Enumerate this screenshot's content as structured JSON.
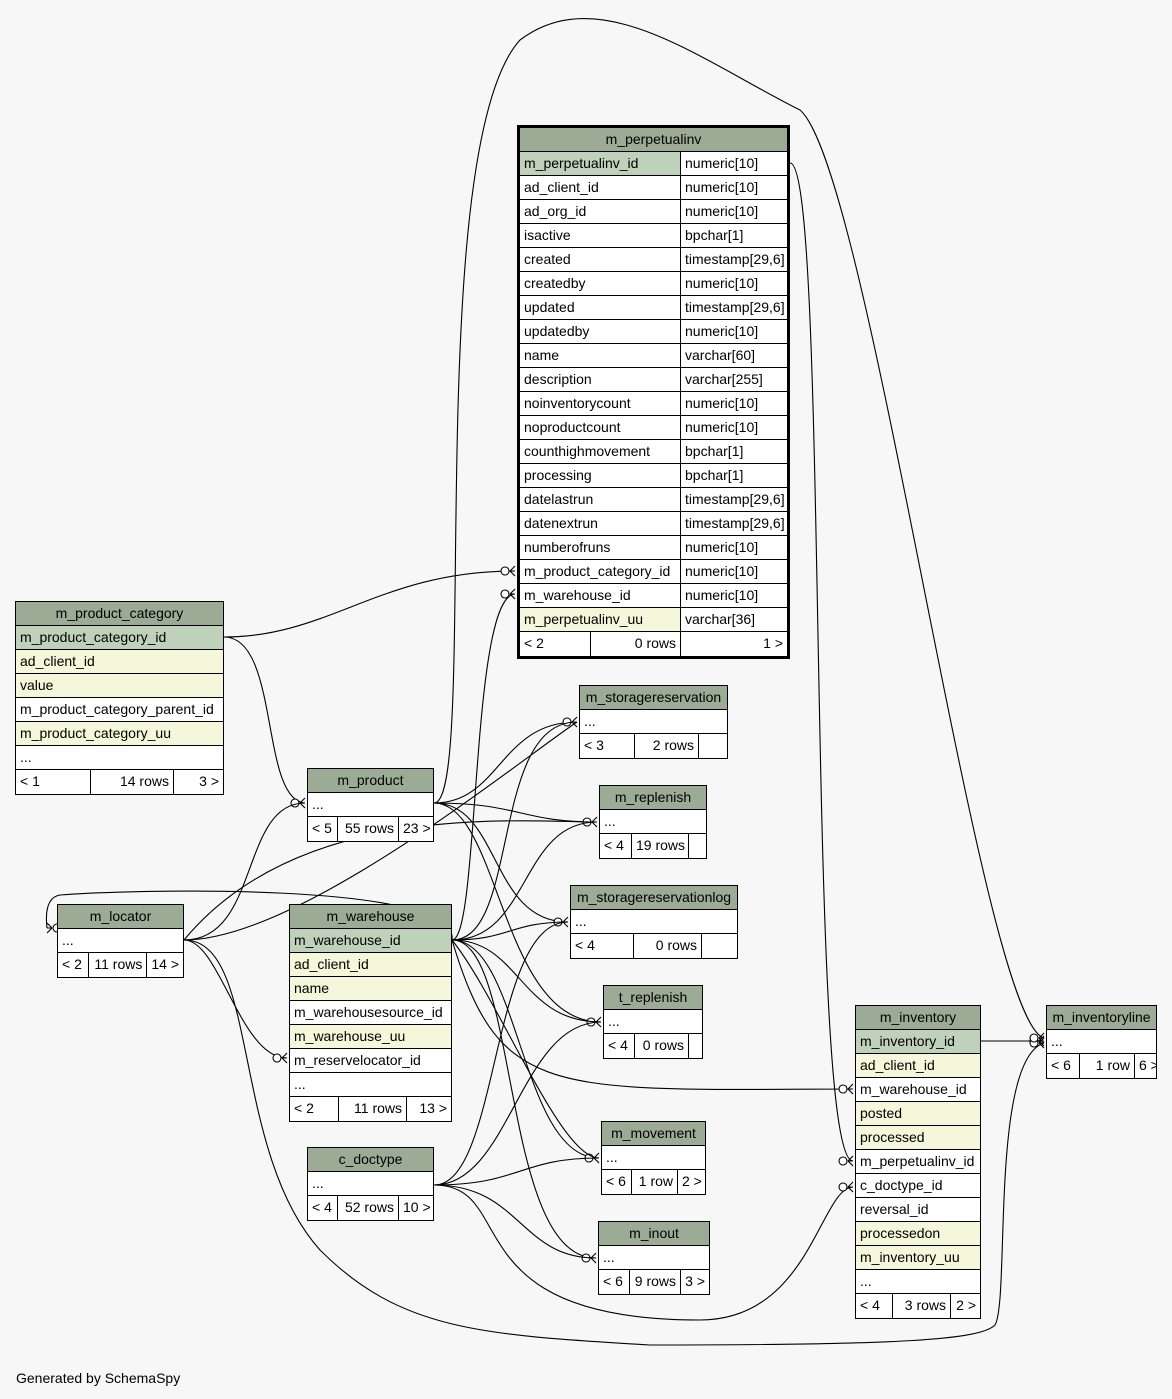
{
  "footer_text": "Generated by SchemaSpy",
  "colors": {
    "background": "#f7f7f7",
    "header": "#9bab96",
    "primary_key": "#bfd1ba",
    "indexed": "#f4f7da"
  },
  "tables": {
    "m_perpetualinv": {
      "name": "m_perpetualinv",
      "columns": [
        {
          "name": "m_perpetualinv_id",
          "type": "numeric[10]"
        },
        {
          "name": "ad_client_id",
          "type": "numeric[10]"
        },
        {
          "name": "ad_org_id",
          "type": "numeric[10]"
        },
        {
          "name": "isactive",
          "type": "bpchar[1]"
        },
        {
          "name": "created",
          "type": "timestamp[29,6]"
        },
        {
          "name": "createdby",
          "type": "numeric[10]"
        },
        {
          "name": "updated",
          "type": "timestamp[29,6]"
        },
        {
          "name": "updatedby",
          "type": "numeric[10]"
        },
        {
          "name": "name",
          "type": "varchar[60]"
        },
        {
          "name": "description",
          "type": "varchar[255]"
        },
        {
          "name": "noinventorycount",
          "type": "numeric[10]"
        },
        {
          "name": "noproductcount",
          "type": "numeric[10]"
        },
        {
          "name": "counthighmovement",
          "type": "bpchar[1]"
        },
        {
          "name": "processing",
          "type": "bpchar[1]"
        },
        {
          "name": "datelastrun",
          "type": "timestamp[29,6]"
        },
        {
          "name": "datenextrun",
          "type": "timestamp[29,6]"
        },
        {
          "name": "numberofruns",
          "type": "numeric[10]"
        },
        {
          "name": "m_product_category_id",
          "type": "numeric[10]"
        },
        {
          "name": "m_warehouse_id",
          "type": "numeric[10]"
        },
        {
          "name": "m_perpetualinv_uu",
          "type": "varchar[36]"
        }
      ],
      "footer": {
        "parents": "< 2",
        "rows": "0 rows",
        "children": "1 >"
      }
    },
    "m_product_category": {
      "name": "m_product_category",
      "columns": [
        "m_product_category_id",
        "ad_client_id",
        "value",
        "m_product_category_parent_id",
        "m_product_category_uu",
        "..."
      ],
      "footer": {
        "parents": "< 1",
        "rows": "14 rows",
        "children": "3 >"
      }
    },
    "m_product": {
      "name": "m_product",
      "columns": [
        "..."
      ],
      "footer": {
        "parents": "< 5",
        "rows": "55 rows",
        "children": "23 >"
      }
    },
    "m_storagereservation": {
      "name": "m_storagereservation",
      "columns": [
        "..."
      ],
      "footer": {
        "parents": "< 3",
        "rows": "2 rows",
        "children": ""
      }
    },
    "m_replenish": {
      "name": "m_replenish",
      "columns": [
        "..."
      ],
      "footer": {
        "parents": "< 4",
        "rows": "19 rows",
        "children": ""
      }
    },
    "m_locator": {
      "name": "m_locator",
      "columns": [
        "..."
      ],
      "footer": {
        "parents": "< 2",
        "rows": "11 rows",
        "children": "14 >"
      }
    },
    "m_warehouse": {
      "name": "m_warehouse",
      "columns": [
        "m_warehouse_id",
        "ad_client_id",
        "name",
        "m_warehousesource_id",
        "m_warehouse_uu",
        "m_reservelocator_id",
        "..."
      ],
      "footer": {
        "parents": "< 2",
        "rows": "11 rows",
        "children": "13 >"
      }
    },
    "m_storagereservationlog": {
      "name": "m_storagereservationlog",
      "columns": [
        "..."
      ],
      "footer": {
        "parents": "< 4",
        "rows": "0 rows",
        "children": ""
      }
    },
    "t_replenish": {
      "name": "t_replenish",
      "columns": [
        "..."
      ],
      "footer": {
        "parents": "< 4",
        "rows": "0 rows",
        "children": ""
      }
    },
    "m_inventory": {
      "name": "m_inventory",
      "columns": [
        "m_inventory_id",
        "ad_client_id",
        "m_warehouse_id",
        "posted",
        "processed",
        "m_perpetualinv_id",
        "c_doctype_id",
        "reversal_id",
        "processedon",
        "m_inventory_uu",
        "..."
      ],
      "footer": {
        "parents": "< 4",
        "rows": "3 rows",
        "children": "2 >"
      }
    },
    "m_inventoryline": {
      "name": "m_inventoryline",
      "columns": [
        "..."
      ],
      "footer": {
        "parents": "< 6",
        "rows": "1 row",
        "children": "6 >"
      }
    },
    "c_doctype": {
      "name": "c_doctype",
      "columns": [
        "..."
      ],
      "footer": {
        "parents": "< 4",
        "rows": "52 rows",
        "children": "10 >"
      }
    },
    "m_movement": {
      "name": "m_movement",
      "columns": [
        "..."
      ],
      "footer": {
        "parents": "< 6",
        "rows": "1 row",
        "children": "2 >"
      }
    },
    "m_inout": {
      "name": "m_inout",
      "columns": [
        "..."
      ],
      "footer": {
        "parents": "< 6",
        "rows": "9 rows",
        "children": "3 >"
      }
    }
  }
}
